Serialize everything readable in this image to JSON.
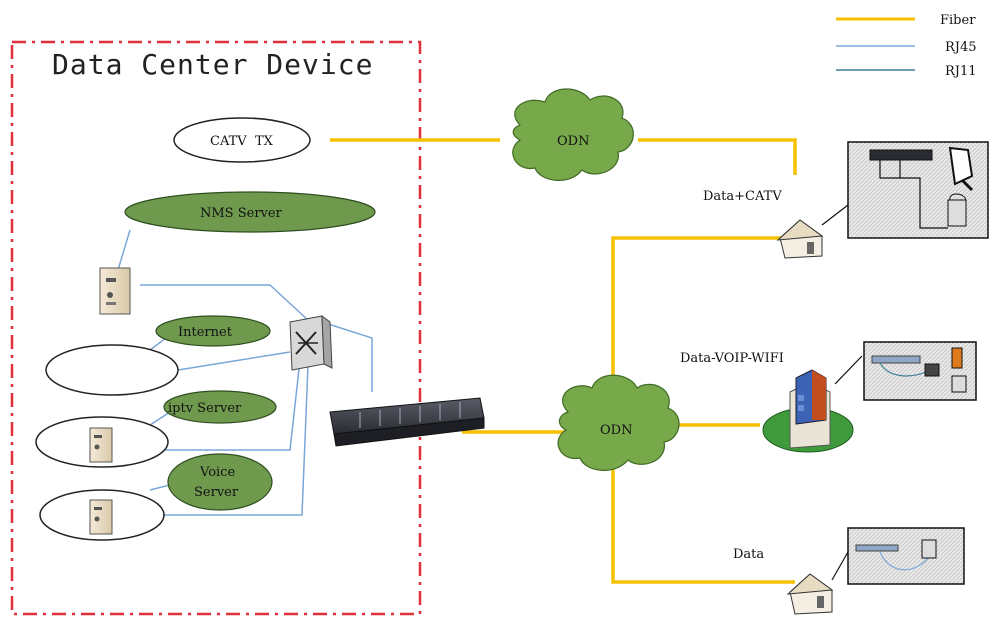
{
  "title": "Data Center Device",
  "legend": [
    {
      "label": "Fiber",
      "color": "#f5c000"
    },
    {
      "label": "RJ45",
      "color": "#7aa7d8"
    },
    {
      "label": "RJ11",
      "color": "#3d7f9a"
    }
  ],
  "nodes": {
    "catv": "CATV  TX",
    "nms": "NMS Server",
    "internet": "Internet",
    "iptv": "iptv Server",
    "voice_line1": "Voice",
    "voice_line2": "Server",
    "odn_top": "ODN",
    "odn_mid": "ODN"
  },
  "endpoints": {
    "data_catv": "Data+CATV",
    "data_voip_wifi": "Data-VOIP-WIFI",
    "data": "Data"
  },
  "colors": {
    "fiber": "#f5c000",
    "rj45": "#7aa7d8",
    "rj11": "#3d7f9a",
    "cloud": "#77a84a",
    "server_ellipse": "#6f9a4e",
    "boundary": "#e0303a"
  }
}
